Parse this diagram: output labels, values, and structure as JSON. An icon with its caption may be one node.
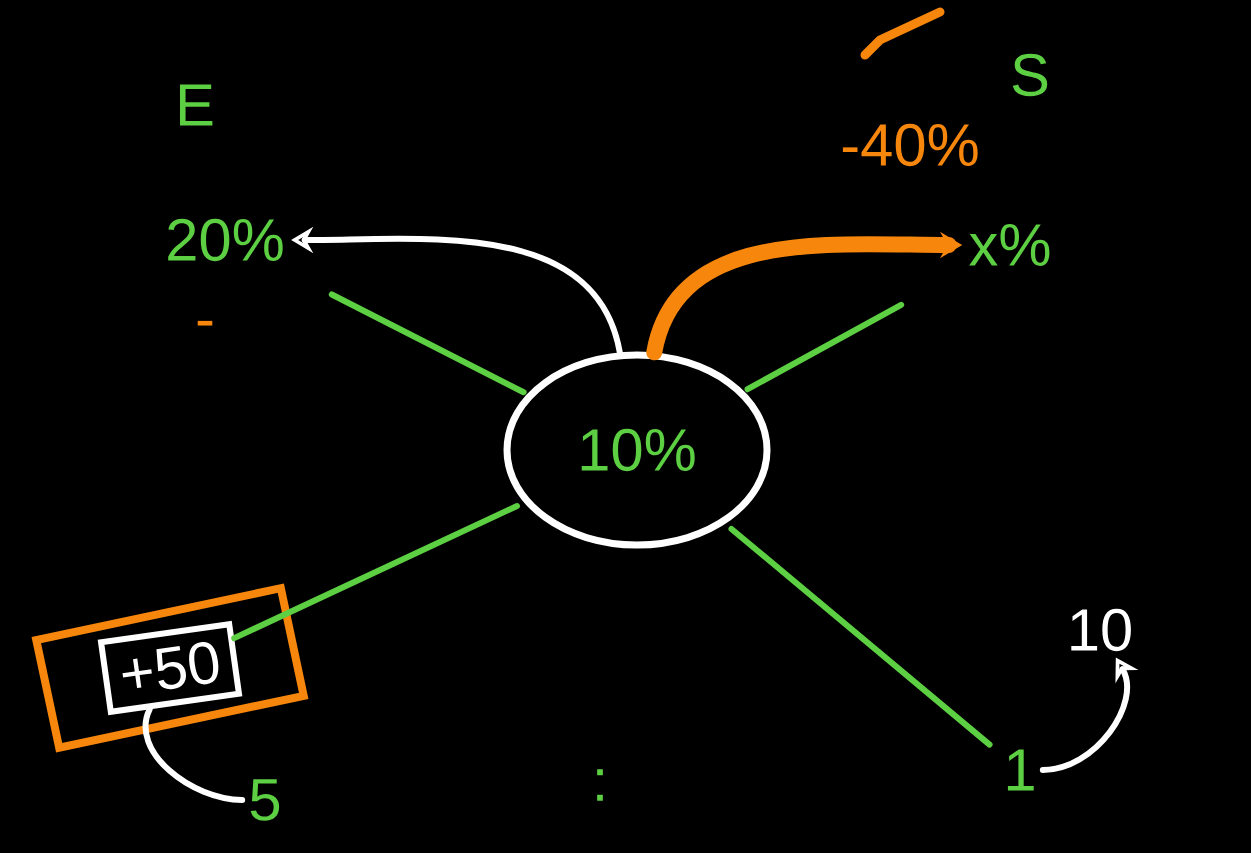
{
  "diagram": {
    "nodes": [
      {
        "text": [
          "10%"
        ]
      },
      {
        "text": [
          "20%"
        ]
      },
      {
        "text": [
          "x%"
        ]
      },
      {
        "text": [
          "+50"
        ]
      },
      {
        "text": [
          "1"
        ]
      },
      {
        "text": [
          "10"
        ]
      },
      {
        "text": [
          "5"
        ]
      }
    ],
    "edges": [
      {
        "from": 0,
        "to": 1,
        "arrow": "to",
        "color": "#ffffff"
      },
      {
        "from": 0,
        "to": 2,
        "arrow": "to",
        "style": "thick",
        "color": "#f7860d"
      },
      {
        "from": 0,
        "to": 1,
        "arrow": "none",
        "color": "#5ccf42"
      },
      {
        "from": 0,
        "to": 2,
        "arrow": "none",
        "color": "#5ccf42"
      },
      {
        "from": 0,
        "to": 3,
        "arrow": "none",
        "color": "#5ccf42"
      },
      {
        "from": 0,
        "to": 4,
        "arrow": "none",
        "color": "#5ccf42"
      },
      {
        "from": 4,
        "to": 5,
        "arrow": "to",
        "color": "#ffffff"
      },
      {
        "from": 3,
        "to": 6,
        "arrow": "none",
        "color": "#ffffff"
      }
    ],
    "labels": [
      "E",
      "S",
      "-40%",
      "-",
      ":"
    ]
  }
}
